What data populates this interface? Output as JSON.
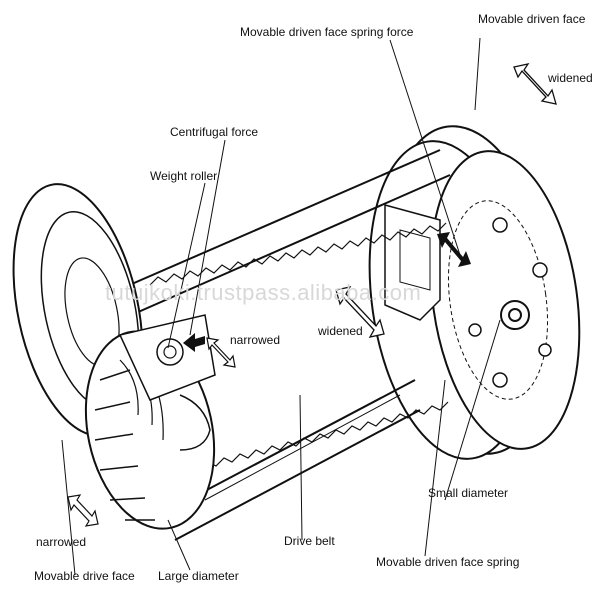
{
  "labels": {
    "spring_force": "Movable driven face spring force",
    "driven_face": "Movable driven face",
    "widened_top": "widened",
    "centrifugal": "Centrifugal force",
    "weight_roller": "Weight roller",
    "narrowed_mid": "narrowed",
    "widened_mid": "widened",
    "small_diameter": "Small diameter",
    "narrowed_bottom": "narrowed",
    "drive_belt": "Drive belt",
    "drive_face": "Movable drive face",
    "large_diameter": "Large diameter",
    "driven_spring": "Movable driven face spring"
  },
  "watermark": "tutujkoki.trustpass.alibaba.com"
}
